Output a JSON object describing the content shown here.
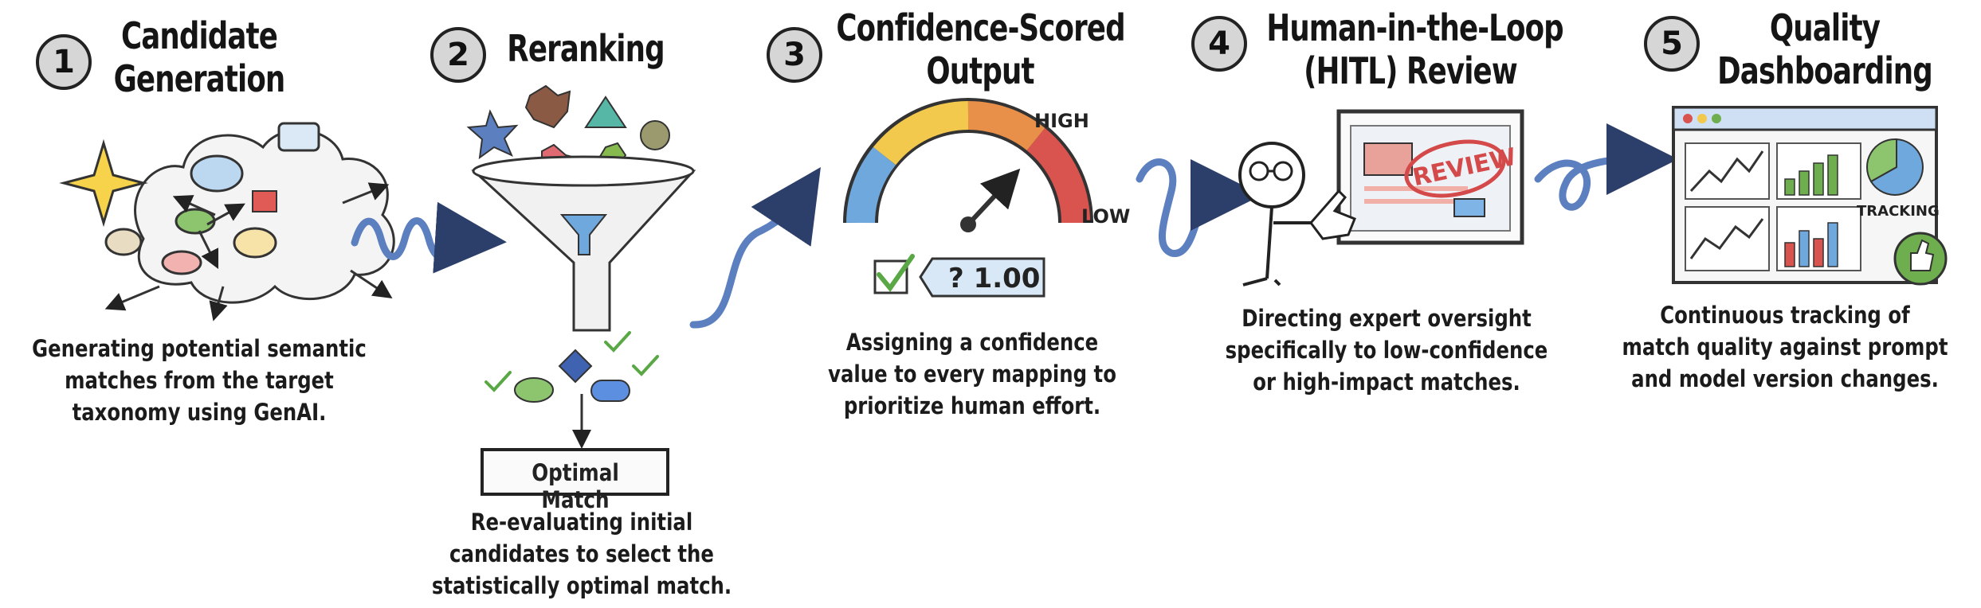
{
  "steps": [
    {
      "number": "1",
      "title_line1": "Candidate",
      "title_line2": "Generation",
      "desc_line1": "Generating potential semantic",
      "desc_line2": "matches from the target",
      "desc_line3": "taxonomy using GenAI."
    },
    {
      "number": "2",
      "title_line1": "Reranking",
      "title_line2": "",
      "desc_line1": "Re-evaluating initial",
      "desc_line2": "candidates to select the",
      "desc_line3": "statistically optimal match."
    },
    {
      "number": "3",
      "title_line1": "Confidence-Scored",
      "title_line2": "Output",
      "desc_line1": "Assigning a confidence",
      "desc_line2": "value to every mapping to",
      "desc_line3": "prioritize human effort."
    },
    {
      "number": "4",
      "title_line1": "Human-in-the-Loop",
      "title_line2": "(HITL) Review",
      "desc_line1": "Directing expert oversight",
      "desc_line2": "specifically to low-confidence",
      "desc_line3": "or high-impact matches."
    },
    {
      "number": "5",
      "title_line1": "Quality",
      "title_line2": "Dashboarding",
      "desc_line1": "Continuous tracking of",
      "desc_line2": "match quality against prompt",
      "desc_line3": "and model version changes."
    }
  ],
  "labels": {
    "optimal_match": "Optimal Match",
    "gauge_high": "HIGH",
    "gauge_low": "LOW",
    "score": "1.00",
    "review": "REVIEW",
    "tracking": "TRACKING"
  },
  "colors": {
    "ink": "#222222",
    "arrow": "#5c7fbf",
    "red": "#d9534f",
    "green": "#6fae4e",
    "yellow": "#f2c94c",
    "blue": "#6fa8dc"
  }
}
